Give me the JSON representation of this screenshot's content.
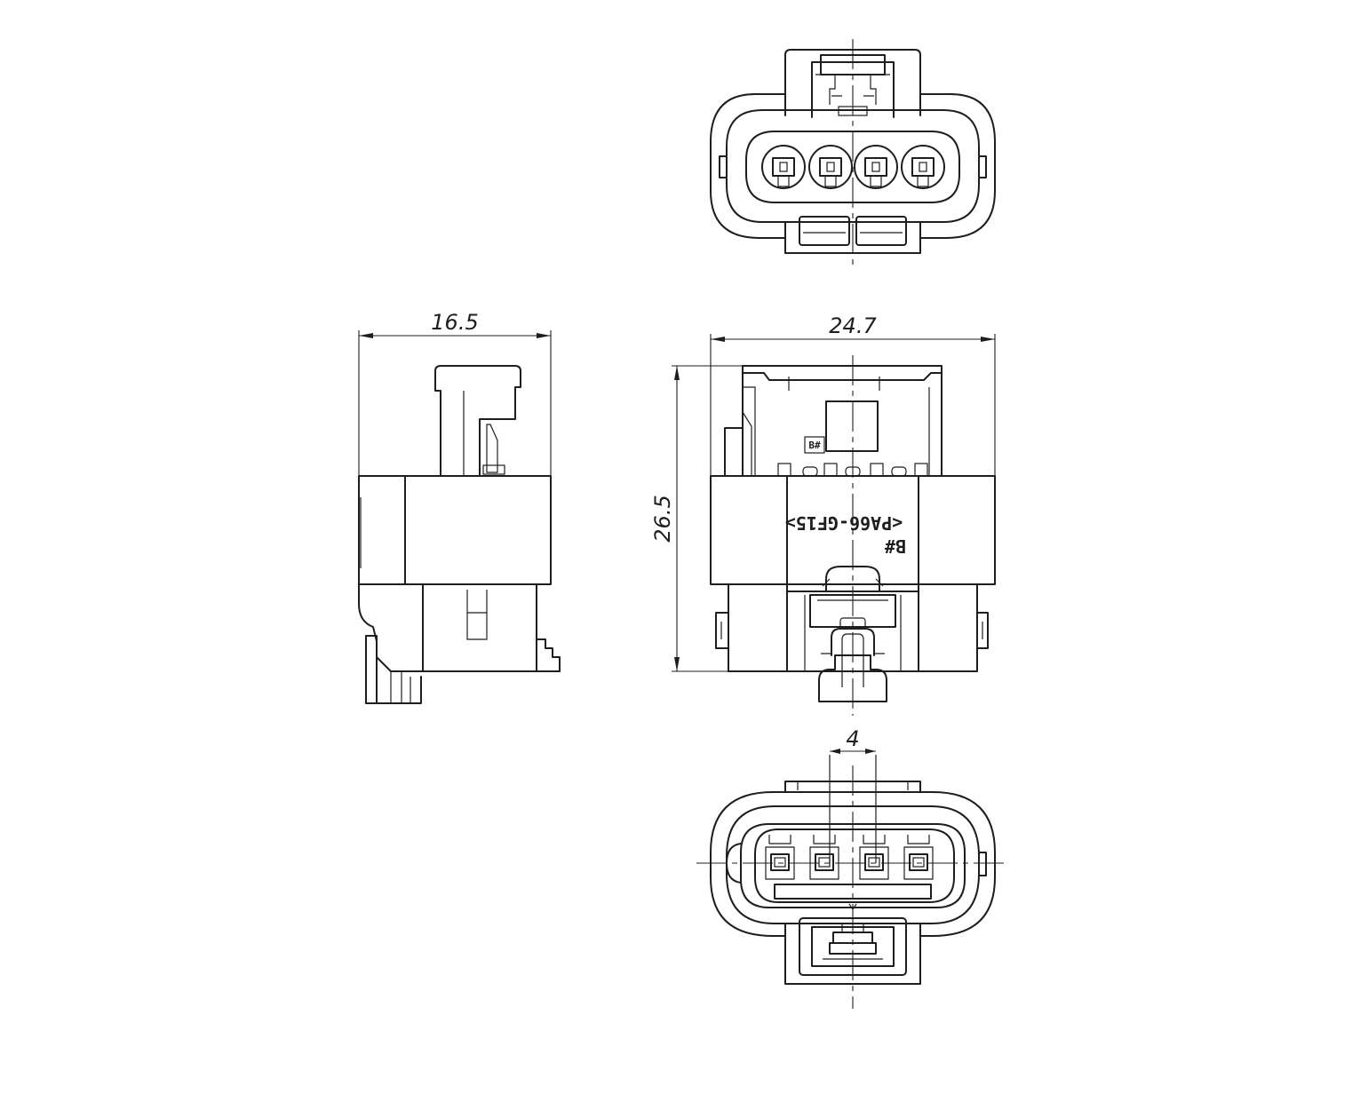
{
  "dimensions": {
    "side_width": "16.5",
    "front_width": "24.7",
    "front_height": "26.5",
    "pin_pitch": "4"
  },
  "markings": {
    "material": "<PA66-GF15>",
    "variant": "B#",
    "variant_small": "B#"
  }
}
